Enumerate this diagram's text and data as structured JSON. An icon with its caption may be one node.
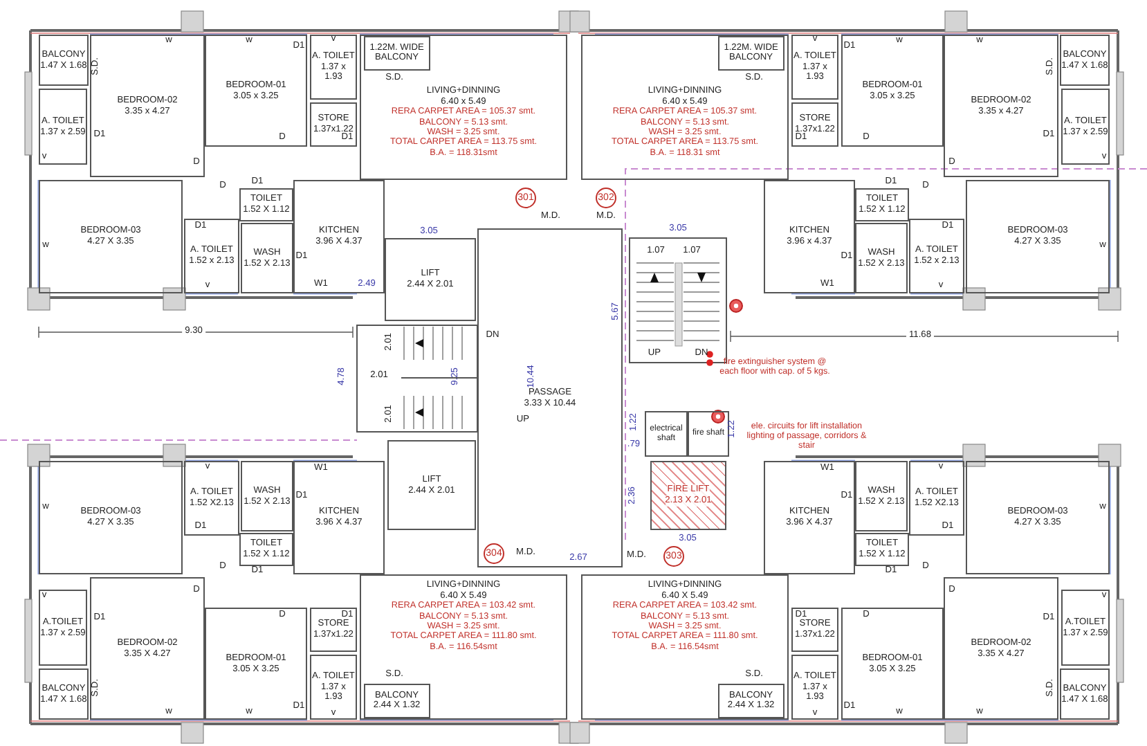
{
  "diagram": {
    "nodes": [
      {
        "text": [
          "BALCONY",
          "1.47 X 1.68"
        ]
      },
      {
        "text": [
          "A. TOILET",
          "1.37 x 2.59"
        ]
      },
      {
        "text": [
          "BEDROOM-02",
          "3.35 x 4.27"
        ]
      },
      {
        "text": [
          "BEDROOM-01",
          "3.05 x 3.25"
        ]
      },
      {
        "text": [
          "A. TOILET",
          "1.37 x 1.93"
        ]
      },
      {
        "text": [
          "STORE",
          "1.37x1.22"
        ]
      },
      {
        "text": [
          "1.22M. WIDE BALCONY"
        ],
        "in": 7
      },
      {
        "text": [
          "LIVING+DINNING",
          "6.40 x 5.49",
          "RERA CARPET AREA = 105.37 smt.",
          "BALCONY = 5.13 smt.",
          "WASH = 3.25 smt.",
          "TOTAL CARPET AREA = 113.75 smt.",
          "B.A. = 118.31smt"
        ]
      },
      {
        "text": [
          "KITCHEN",
          "3.96 X 4.37"
        ]
      },
      {
        "text": [
          "TOILET",
          "1.52 X 1.12"
        ]
      },
      {
        "text": [
          "A. TOILET",
          "1.52 x 2.13"
        ]
      },
      {
        "text": [
          "WASH",
          "1.52 X 2.13"
        ]
      },
      {
        "text": [
          "BEDROOM-03",
          "4.27 X 3.35"
        ]
      },
      {
        "text": [
          "BALCONY",
          "1.47 X 1.68"
        ]
      },
      {
        "text": [
          "A. TOILET",
          "1.37 x 2.59"
        ]
      },
      {
        "text": [
          "BEDROOM-02",
          "3.35 x 4.27"
        ]
      },
      {
        "text": [
          "BEDROOM-01",
          "3.05 x 3.25"
        ]
      },
      {
        "text": [
          "A. TOILET",
          "1.37 x 1.93"
        ]
      },
      {
        "text": [
          "STORE",
          "1.37x1.22"
        ]
      },
      {
        "text": [
          "1.22M. WIDE BALCONY"
        ],
        "in": 20
      },
      {
        "text": [
          "LIVING+DINNING",
          "6.40 x 5.49",
          "RERA CARPET AREA = 105.37 smt.",
          "BALCONY = 5.13 smt.",
          "WASH = 3.25 smt.",
          "TOTAL CARPET AREA = 113.75 smt.",
          "B.A. = 118.31 smt"
        ]
      },
      {
        "text": [
          "KITCHEN",
          "3.96 x 4.37"
        ]
      },
      {
        "text": [
          "TOILET",
          "1.52 X 1.12"
        ]
      },
      {
        "text": [
          "A. TOILET",
          "1.52 x 2.13"
        ]
      },
      {
        "text": [
          "WASH",
          "1.52 X 2.13"
        ]
      },
      {
        "text": [
          "BEDROOM-03",
          "4.27 X 3.35"
        ]
      },
      {
        "text": [
          "LIFT",
          "2.44 X 2.01"
        ]
      },
      {
        "text": [
          "PASSAGE",
          "3.33 X 10.44"
        ]
      },
      {
        "text": [
          "electrical shaft"
        ]
      },
      {
        "text": [
          "fire shaft"
        ]
      },
      {
        "text": [
          "LIFT",
          "2.44 X 2.01"
        ]
      },
      {
        "text": [
          "FIRE LIFT",
          "2.13 X 2.01"
        ]
      },
      {
        "text": [
          "BALCONY",
          "1.47 X 1.68"
        ]
      },
      {
        "text": [
          "A.TOILET",
          "1.37 x 2.59"
        ]
      },
      {
        "text": [
          "BEDROOM-02",
          "3.35 X 4.27"
        ]
      },
      {
        "text": [
          "BEDROOM-01",
          "3.05 X 3.25"
        ]
      },
      {
        "text": [
          "A. TOILET",
          "1.37 x 1.93"
        ]
      },
      {
        "text": [
          "STORE",
          "1.37x1.22"
        ]
      },
      {
        "text": [
          "BALCONY",
          "2.44 X 1.32"
        ],
        "in": 39
      },
      {
        "text": [
          "LIVING+DINNING",
          "6.40 X 5.49",
          "RERA CARPET AREA = 103.42 smt.",
          "BALCONY = 5.13 smt.",
          "WASH = 3.25 smt.",
          "TOTAL CARPET AREA = 111.80 smt.",
          "B.A. = 116.54smt"
        ]
      },
      {
        "text": [
          "KITCHEN",
          "3.96 X 4.37"
        ]
      },
      {
        "text": [
          "TOILET",
          "1.52 X 1.12"
        ]
      },
      {
        "text": [
          "A. TOILET",
          "1.52 X2.13"
        ]
      },
      {
        "text": [
          "WASH",
          "1.52 X 2.13"
        ]
      },
      {
        "text": [
          "BEDROOM-03",
          "4.27 X 3.35"
        ]
      },
      {
        "text": [
          "BALCONY",
          "1.47 X 1.68"
        ]
      },
      {
        "text": [
          "A.TOILET",
          "1.37 x 2.59"
        ]
      },
      {
        "text": [
          "BEDROOM-02",
          "3.35 X 4.27"
        ]
      },
      {
        "text": [
          "BEDROOM-01",
          "3.05 X 3.25"
        ]
      },
      {
        "text": [
          "A. TOILET",
          "1.37 x 1.93"
        ]
      },
      {
        "text": [
          "STORE",
          "1.37x1.22"
        ]
      },
      {
        "text": [
          "BALCONY",
          "2.44 X 1.32"
        ],
        "in": 52
      },
      {
        "text": [
          "LIVING+DINNING",
          "6.40 X 5.49",
          "RERA CARPET AREA = 103.42 smt.",
          "BALCONY = 5.13 smt.",
          "WASH = 3.25 smt.",
          "TOTAL CARPET AREA = 111.80 smt.",
          "B.A. = 116.54smt"
        ]
      },
      {
        "text": [
          "KITCHEN",
          "3.96 X 4.37"
        ]
      },
      {
        "text": [
          "TOILET",
          "1.52 X 1.12"
        ]
      },
      {
        "text": [
          "A. TOILET",
          "1.52 X2.13"
        ]
      },
      {
        "text": [
          "WASH",
          "1.52 X 2.13"
        ]
      },
      {
        "text": [
          "BEDROOM-03",
          "4.27 X 3.35"
        ]
      }
    ],
    "labels": [
      "w",
      "w",
      "D1",
      "v",
      "S.D.",
      "D1",
      "v",
      "D",
      "D",
      "D1",
      "D",
      "D1",
      "D1",
      "D1",
      "v",
      "w",
      "W1",
      "S.D.",
      "w",
      "w",
      "D1",
      "v",
      "S.D.",
      "D1",
      "v",
      "D",
      "D",
      "D1",
      "D",
      "D1",
      "D1",
      "D1",
      "v",
      "w",
      "W1",
      "S.D.",
      "301",
      "M.D.",
      "302",
      "M.D.",
      "3.05",
      "3.05",
      "1.07",
      "1.07",
      "2.49",
      "5.67",
      "9.30",
      "11.68",
      "2.01",
      "DN",
      "2.01",
      "4.78",
      "9.25",
      "10.44",
      "UP",
      "DN",
      "fire extinguisher system @ each floor with cap. of 5 kgs.",
      "2.01",
      "UP",
      "1.22",
      "1.22",
      ".79",
      "ele. circuits for lift installation lighting of passage, corridors & stair",
      "2.36",
      "3.05",
      "304",
      "M.D.",
      "M.D.",
      "303",
      "2.67",
      "w",
      "w",
      "D1",
      "v",
      "S.D.",
      "D1",
      "v",
      "D",
      "D",
      "D1",
      "D",
      "D1",
      "D1",
      "D1",
      "v",
      "w",
      "W1",
      "S.D.",
      "w",
      "w",
      "D1",
      "v",
      "S.D.",
      "D1",
      "v",
      "D",
      "D",
      "D1",
      "D",
      "D1",
      "D1",
      "D1",
      "v",
      "w",
      "W1",
      "S.D."
    ]
  }
}
